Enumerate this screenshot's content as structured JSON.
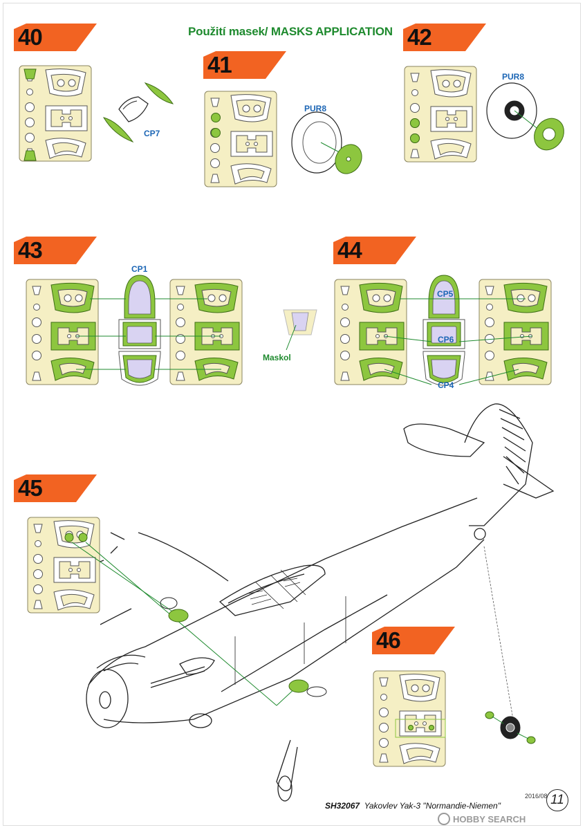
{
  "header": {
    "title": "Použití masek/ MASKS APPLICATION"
  },
  "steps": [
    "40",
    "41",
    "42",
    "43",
    "44",
    "45",
    "46"
  ],
  "labels": {
    "cp7": "CP7",
    "pur8_a": "PUR8",
    "pur8_b": "PUR8",
    "cp1": "CP1",
    "maskol": "Maskol",
    "cp5": "CP5",
    "cp6": "CP6",
    "cp4": "CP4"
  },
  "footer": {
    "code": "SH32067",
    "model": "Yakovlev Yak-3 \"Normandie-Niemen\"",
    "date": "2016/08",
    "page": "11"
  },
  "watermark": "HOBBY SEARCH",
  "colors": {
    "mask_green": "#8dc63f",
    "sheet": "#f5efc4",
    "glass": "#d9d3f2",
    "step_orange": "#f26322"
  }
}
